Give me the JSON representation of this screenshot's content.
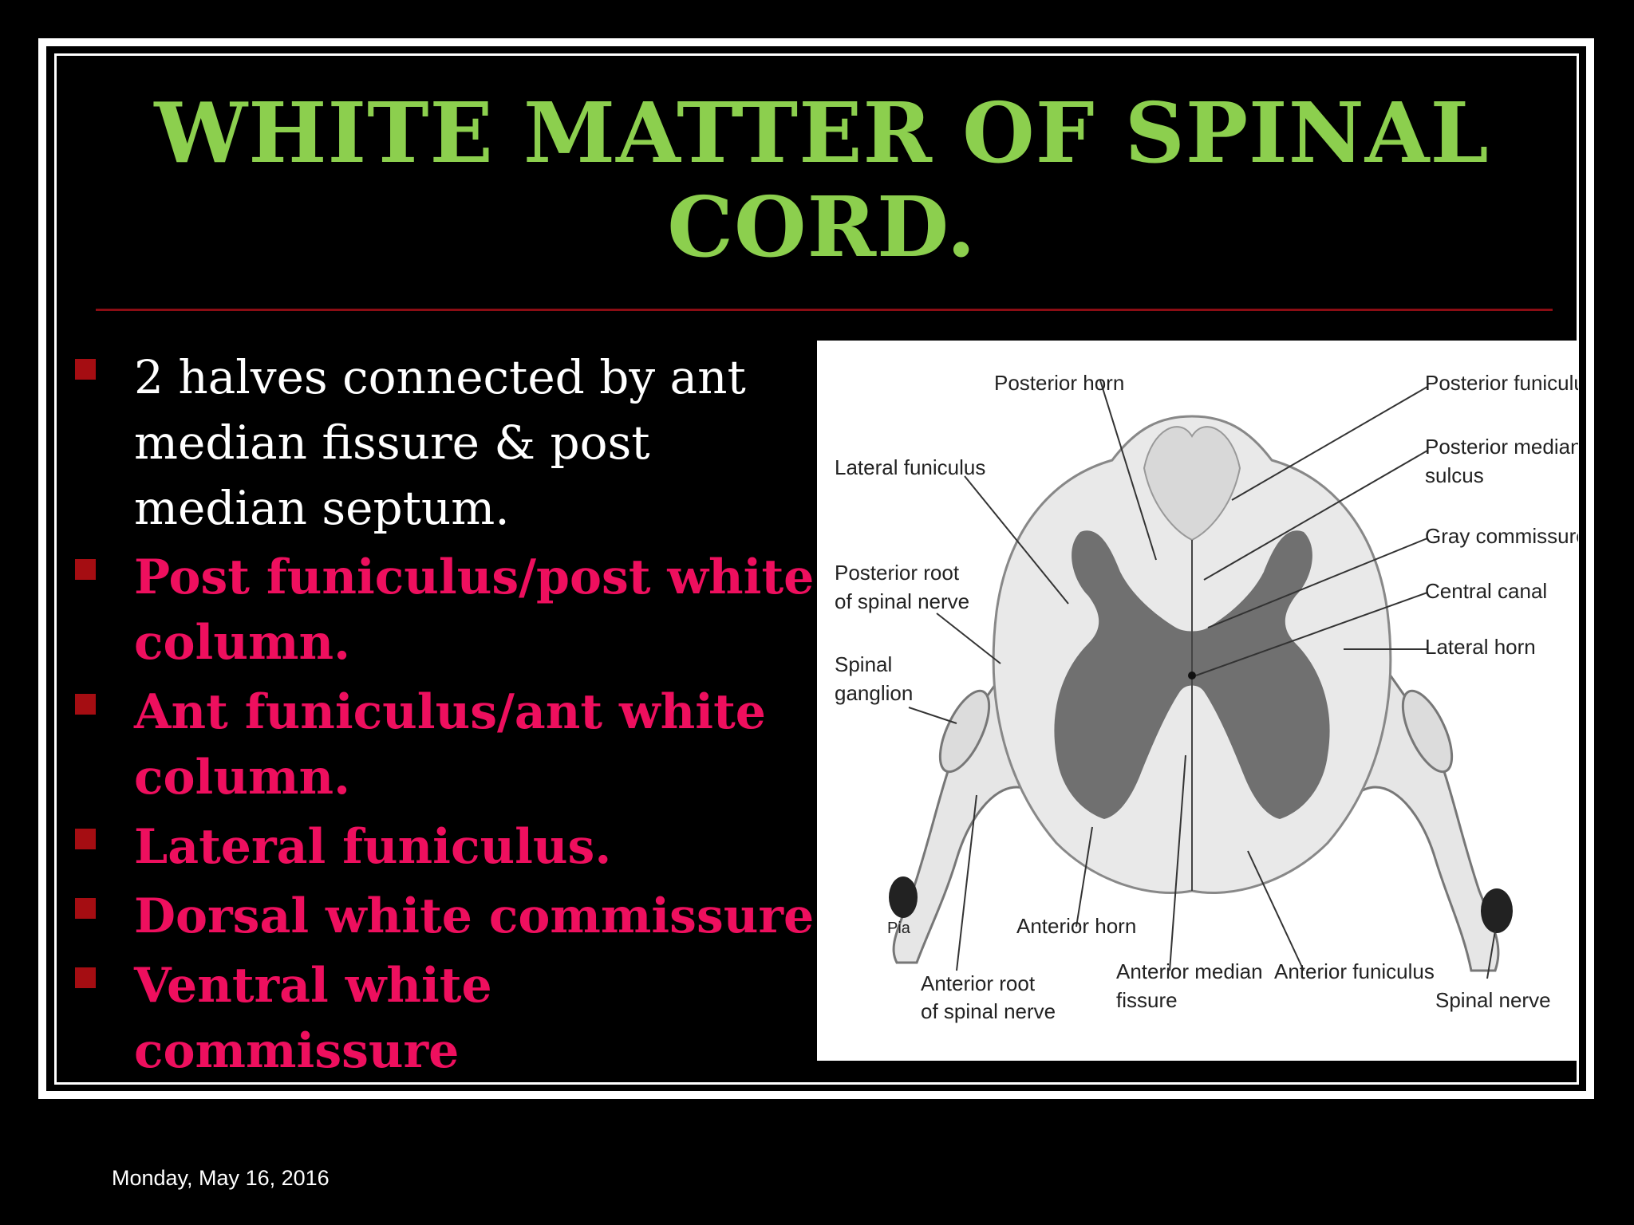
{
  "slide": {
    "title_line1": "WHITE MATTER OF SPINAL",
    "title_line2": "CORD.",
    "bullets": [
      {
        "text": "2 halves connected by ant median fissure & post median septum.",
        "style": "white"
      },
      {
        "text": "Post funiculus/post white column.",
        "style": "pink"
      },
      {
        "text": "Ant funiculus/ant white column.",
        "style": "pink"
      },
      {
        "text": "Lateral funiculus.",
        "style": "pink"
      },
      {
        "text": "Dorsal white commissure",
        "style": "pink"
      },
      {
        "text": "Ventral white commissure",
        "style": "pink"
      }
    ],
    "footer_date": "Monday, May 16, 2016",
    "colors": {
      "title": "#8ccf4e",
      "bullet_highlight": "#ee0f5e",
      "bullet_marker": "#a50d12",
      "rule": "#8b0d14"
    }
  },
  "diagram": {
    "labels": {
      "posterior_horn": "Posterior horn",
      "posterior_funiculus": "Posterior funiculus",
      "lateral_funiculus": "Lateral funiculus",
      "posterior_median_sulcus_1": "Posterior median",
      "posterior_median_sulcus_2": "sulcus",
      "gray_commissure": "Gray commissure",
      "posterior_root_1": "Posterior root",
      "posterior_root_2": "of spinal nerve",
      "central_canal": "Central canal",
      "lateral_horn": "Lateral horn",
      "spinal_ganglion_1": "Spinal",
      "spinal_ganglion_2": "ganglion",
      "pia": "Pia",
      "anterior_horn": "Anterior horn",
      "anterior_root_1": "Anterior root",
      "anterior_root_2": "of spinal nerve",
      "anterior_median_fissure_1": "Anterior median",
      "anterior_median_fissure_2": "fissure",
      "anterior_funiculus": "Anterior funiculus",
      "spinal_nerve": "Spinal nerve"
    }
  }
}
